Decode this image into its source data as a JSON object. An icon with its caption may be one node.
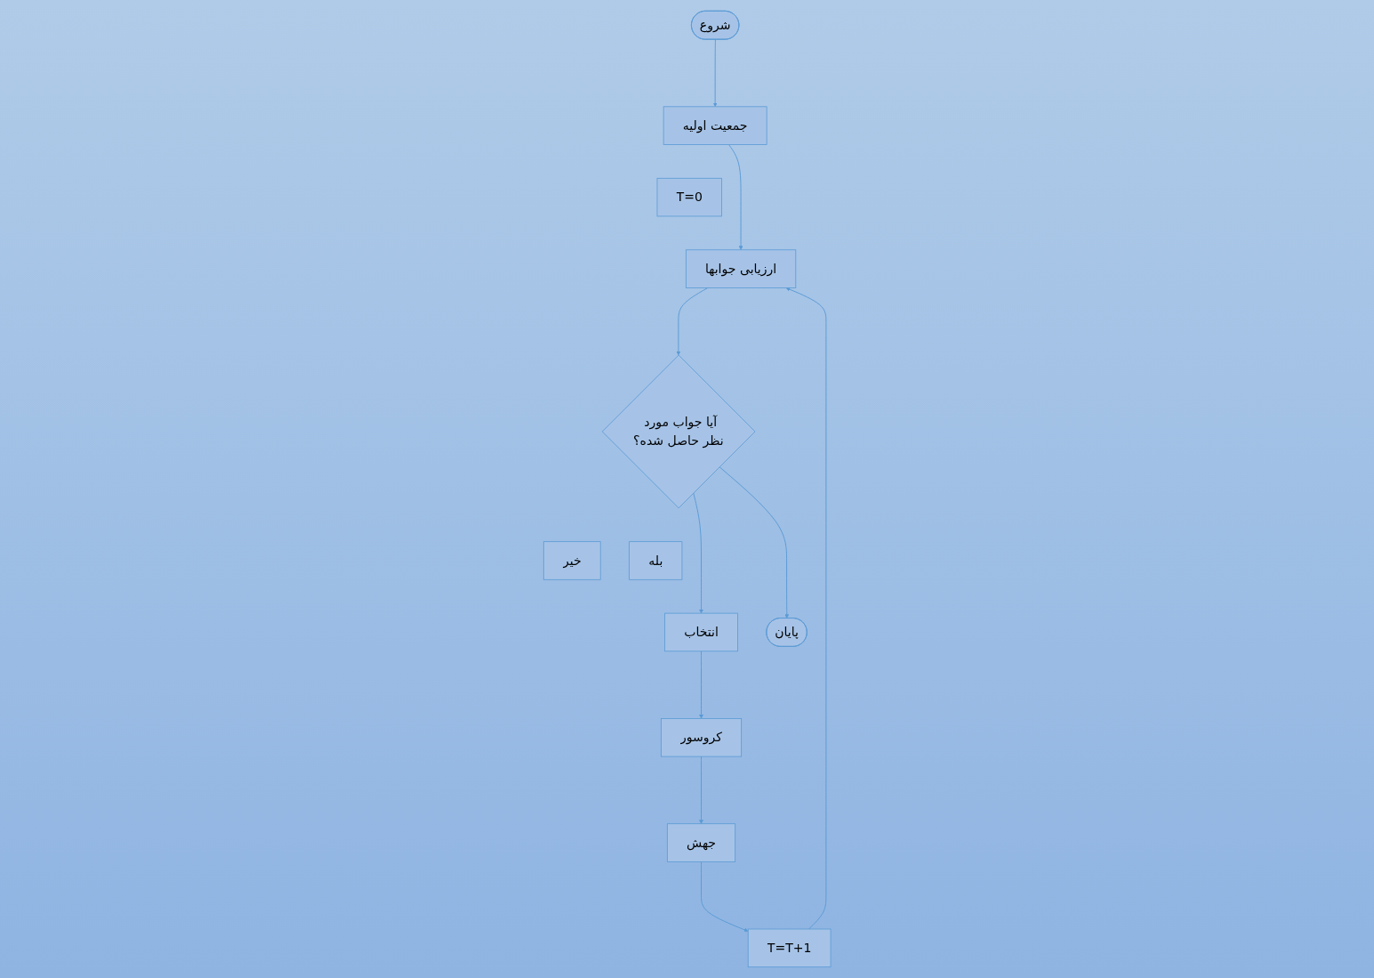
{
  "diagram": {
    "nodes": [
      {
        "text": [
          "شروع"
        ]
      },
      {
        "text": [
          "جمعیت اولیه"
        ]
      },
      {
        "text": [
          "T=0"
        ]
      },
      {
        "text": [
          "ارزیابی جوابها"
        ]
      },
      {
        "text": [
          "خیر"
        ]
      },
      {
        "text": [
          "آیا جواب مورد نظر حاصل شده؟"
        ]
      },
      {
        "text": [
          "انتخاب"
        ]
      },
      {
        "text": [
          "بله"
        ]
      },
      {
        "text": [
          "کروسور"
        ]
      },
      {
        "text": [
          "پایان"
        ]
      },
      {
        "text": [
          "T=T+1"
        ]
      },
      {
        "text": [
          "جهش"
        ]
      }
    ],
    "edges": [
      {
        "from": 0,
        "to": 1,
        "arrow": "to"
      },
      {
        "from": 1,
        "to": 3,
        "arrow": "to"
      },
      {
        "from": 3,
        "to": 5,
        "arrow": "to"
      },
      {
        "from": 5,
        "to": 6,
        "arrow": "to"
      },
      {
        "from": 5,
        "to": 9,
        "arrow": "to"
      },
      {
        "from": 6,
        "to": 8,
        "arrow": "to"
      },
      {
        "from": 8,
        "to": 11,
        "arrow": "to"
      },
      {
        "from": 11,
        "to": 10,
        "arrow": "to"
      },
      {
        "from": 10,
        "to": 3,
        "arrow": "to"
      }
    ]
  }
}
